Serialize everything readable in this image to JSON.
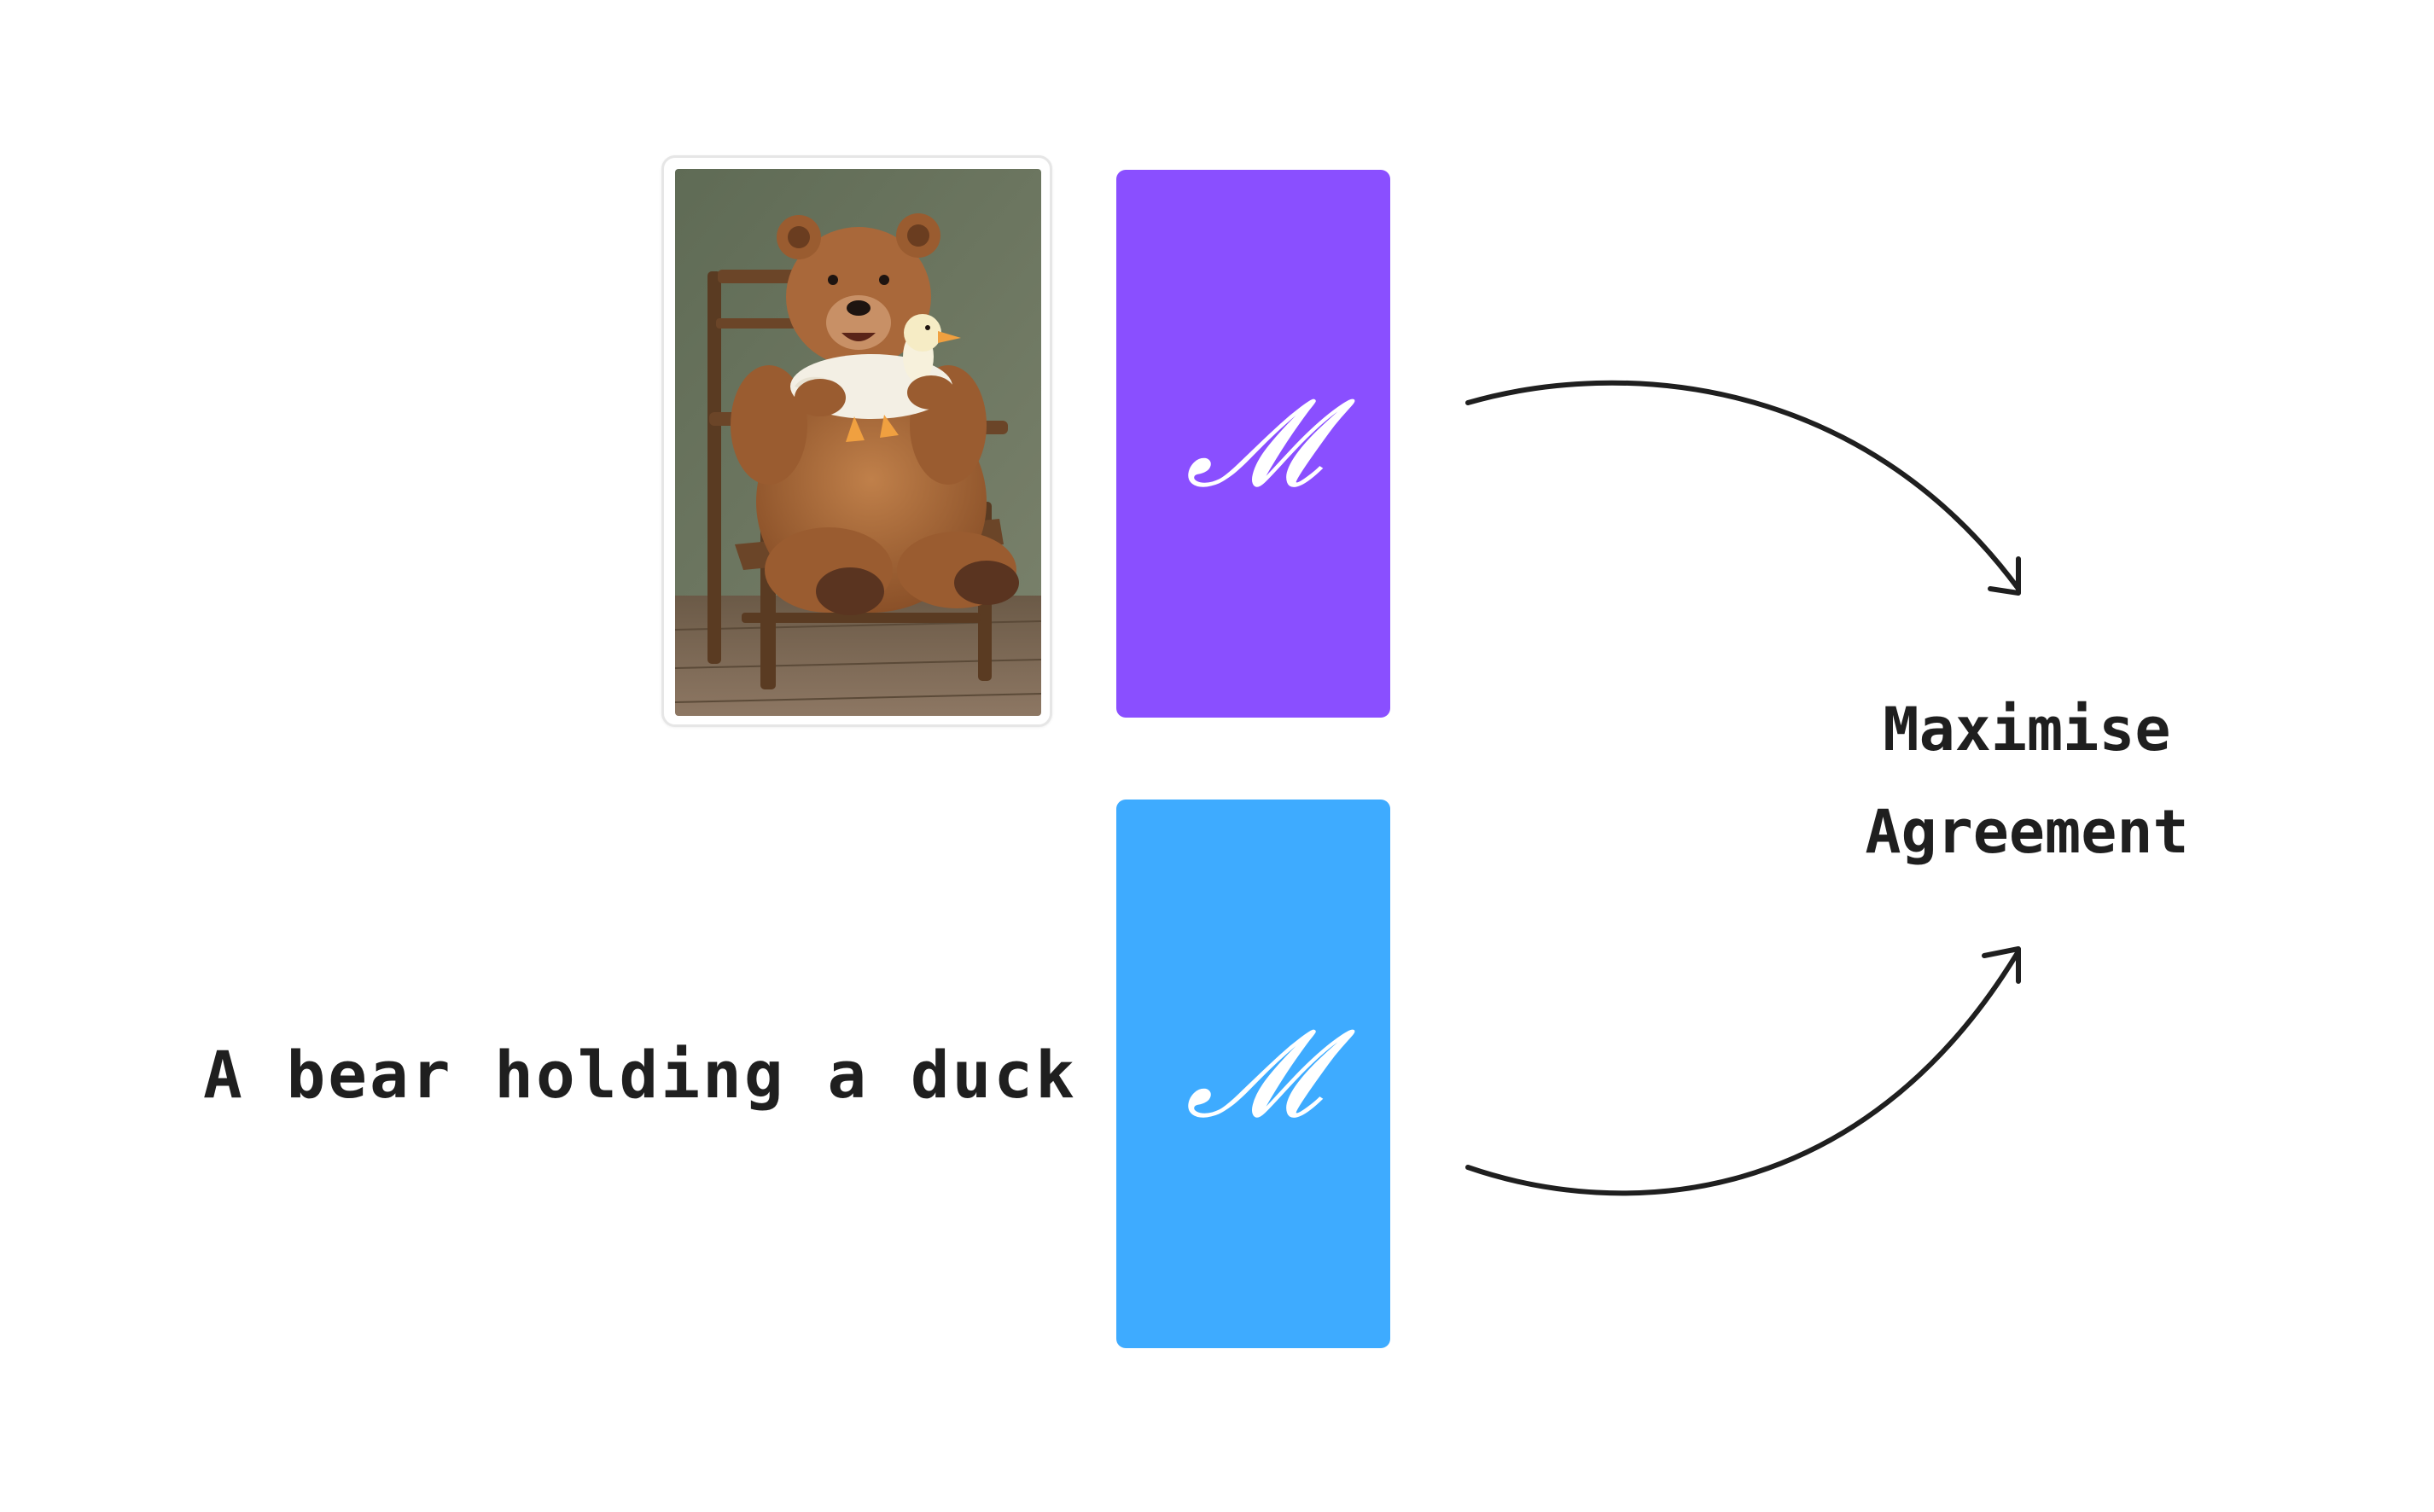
{
  "image_card": {
    "icon": "bear-holding-duck-photo"
  },
  "models": {
    "image_encoder": {
      "symbol": "𝓜",
      "color": "#8a4fff"
    },
    "text_encoder": {
      "symbol": "𝓜",
      "color": "#3eabff"
    }
  },
  "caption": "A bear holding a duck",
  "objective": {
    "line1": "Maximise",
    "line2": "Agreement"
  },
  "arrow_color": "#1f1f1f"
}
